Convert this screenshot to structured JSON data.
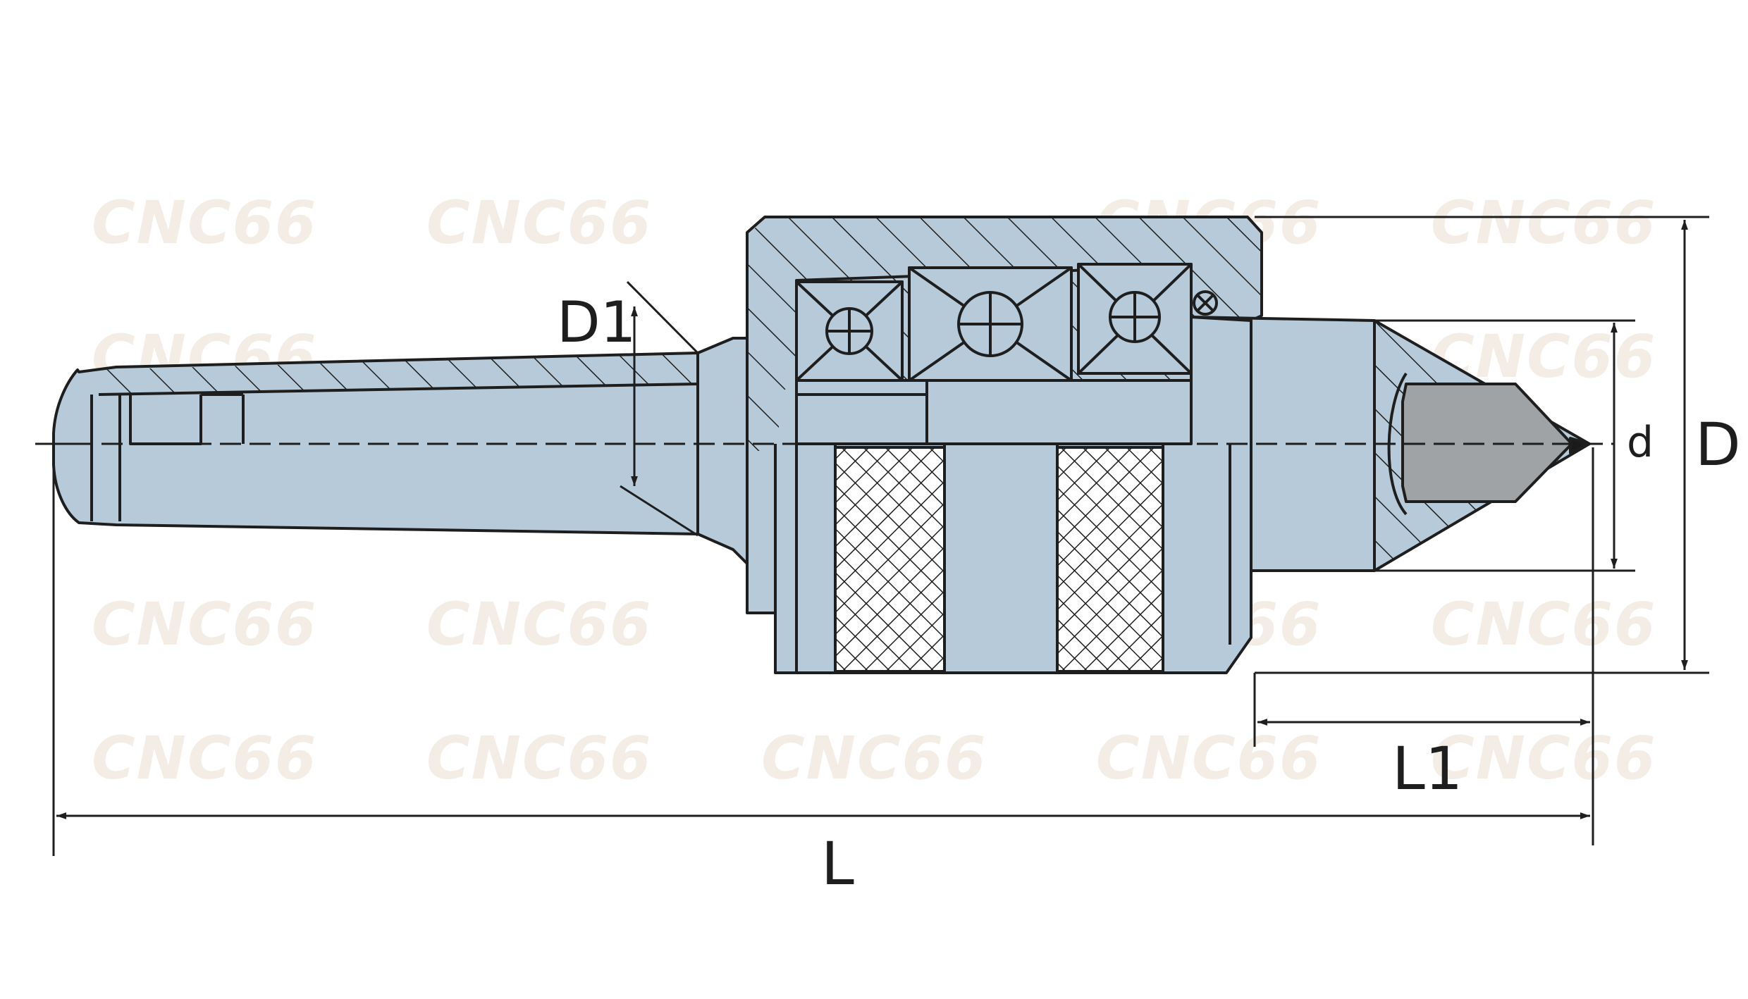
{
  "colors": {
    "body": "#b7cad9",
    "outline": "#1e1e1e",
    "insert": "#9fa3a5",
    "tip": "#1a1a1a",
    "watermark": "#f3ede6",
    "background": "#ffffff"
  },
  "watermark": {
    "text": "CNC66"
  },
  "labels": {
    "D1": "D1",
    "d": "d",
    "D": "D",
    "L1": "L1",
    "L": "L"
  }
}
